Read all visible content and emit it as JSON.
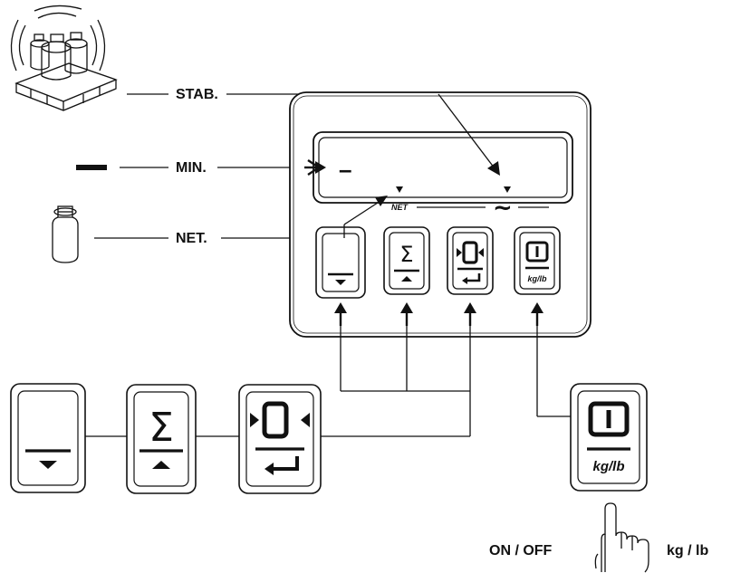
{
  "labels": {
    "stab": "STAB.",
    "min": "MIN.",
    "net": "NET.",
    "on_off": "ON / OFF",
    "kg_lb": "kg / lb"
  },
  "display": {
    "net_tag": "NET",
    "sign": "–",
    "stable_symbol": "~"
  },
  "keys": {
    "tare_symbol_top": "",
    "sum_symbol": "Σ",
    "zero_symbol": "▸O◂",
    "power_symbol": "I",
    "unit_caption_small": "kg/lb",
    "unit_caption_large": "kg/lb"
  },
  "icons": [
    "vibrating-weights-on-pallet-icon",
    "weight-icon",
    "pointing-hand-icon",
    "arrow-icon"
  ]
}
